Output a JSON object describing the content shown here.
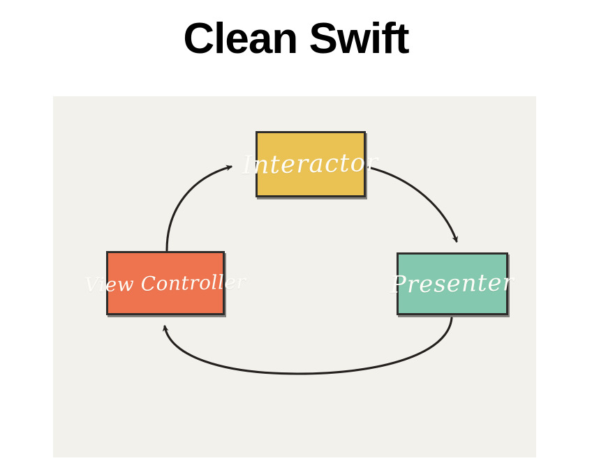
{
  "page": {
    "title": "Clean Swift",
    "background_color": "#ffffff"
  },
  "diagram": {
    "name": "clean-swift-cycle",
    "panel_background_color": "#f2f1ec",
    "style": "hand-drawn-sketch",
    "nodes": [
      {
        "id": "interactor",
        "label": "Interactor",
        "color": "#eac254",
        "border_color": "#2f2d2c",
        "text_color": "#fdfcf6"
      },
      {
        "id": "view-controller",
        "label": "View Controller",
        "color": "#ee7450",
        "border_color": "#2f2d2c",
        "text_color": "#fdfcf6"
      },
      {
        "id": "presenter",
        "label": "Presenter",
        "color": "#84c9af",
        "border_color": "#2f2d2c",
        "text_color": "#fdfcf6"
      }
    ],
    "edges": [
      {
        "id": "vc-to-interactor",
        "from": "view-controller",
        "to": "interactor",
        "label": "",
        "arrow_color": "#23201e"
      },
      {
        "id": "interactor-to-presenter",
        "from": "interactor",
        "to": "presenter",
        "label": "",
        "arrow_color": "#23201e"
      },
      {
        "id": "presenter-to-vc",
        "from": "presenter",
        "to": "view-controller",
        "label": "",
        "arrow_color": "#23201e"
      }
    ]
  }
}
